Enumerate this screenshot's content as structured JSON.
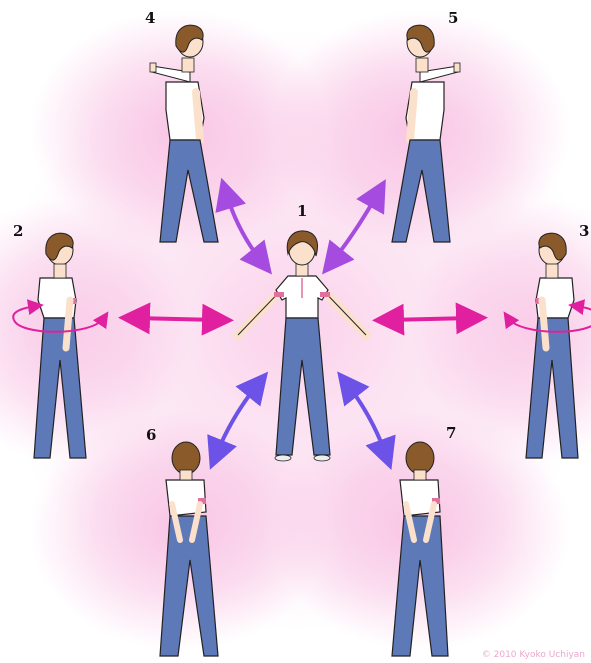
{
  "poses": [
    {
      "id": "1",
      "label": "1",
      "view": "front",
      "icon": "person-front-arms-out"
    },
    {
      "id": "2",
      "label": "2",
      "view": "side-left",
      "icon": "person-side-twist"
    },
    {
      "id": "3",
      "label": "3",
      "view": "side-right",
      "icon": "person-side-twist"
    },
    {
      "id": "4",
      "label": "4",
      "view": "side-left",
      "icon": "person-arm-forward"
    },
    {
      "id": "5",
      "label": "5",
      "view": "side-right",
      "icon": "person-arm-forward"
    },
    {
      "id": "6",
      "label": "6",
      "view": "back",
      "icon": "person-back-hands-behind"
    },
    {
      "id": "7",
      "label": "7",
      "view": "back",
      "icon": "person-back-hands-behind"
    }
  ],
  "credit": "© 2010 Kyoko Uchiyan",
  "colors": {
    "glow": "#f7b6de",
    "arrow_purple": "#a64be0",
    "arrow_magenta": "#e0209e",
    "arrow_blue": "#6c52e6",
    "twist": "#e0209e",
    "hair": "#8a5a2b",
    "skin": "#fbe1cc",
    "shirt": "#ffffff",
    "trim": "#e0719e",
    "jeans": "#5e79b8",
    "outline": "#222222"
  }
}
